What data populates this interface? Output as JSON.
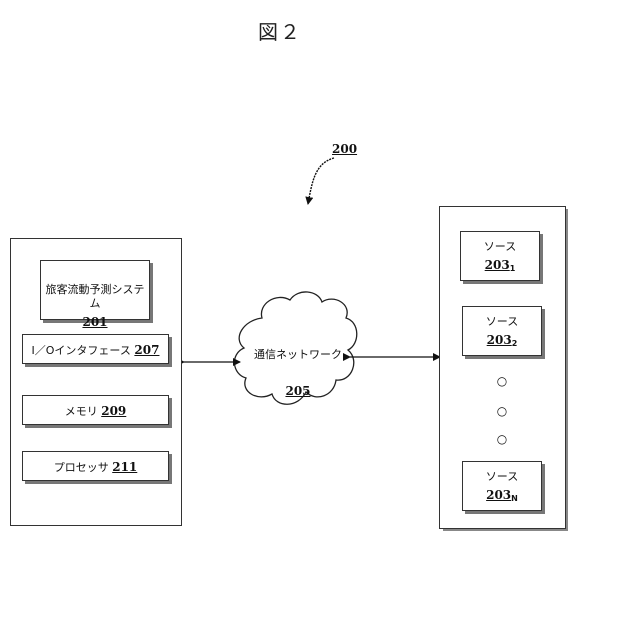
{
  "figure": {
    "title": "図２",
    "ref": "200"
  },
  "system": {
    "title": "旅客流動予測システム",
    "ref": "201",
    "io": {
      "label": "I／Oインタフェース",
      "ref": "207"
    },
    "memory": {
      "label": "メモリ",
      "ref": "209"
    },
    "processor": {
      "label": "プロセッサ",
      "ref": "211"
    }
  },
  "network": {
    "label": "通信ネットワーク",
    "ref": "205"
  },
  "sources": {
    "items": [
      {
        "label": "ソース",
        "ref": "203",
        "sub": "1"
      },
      {
        "label": "ソース",
        "ref": "203",
        "sub": "2"
      },
      {
        "label": "ソース",
        "ref": "203",
        "sub": "N"
      }
    ],
    "ellipsis": [
      "○",
      "○",
      "○"
    ]
  }
}
